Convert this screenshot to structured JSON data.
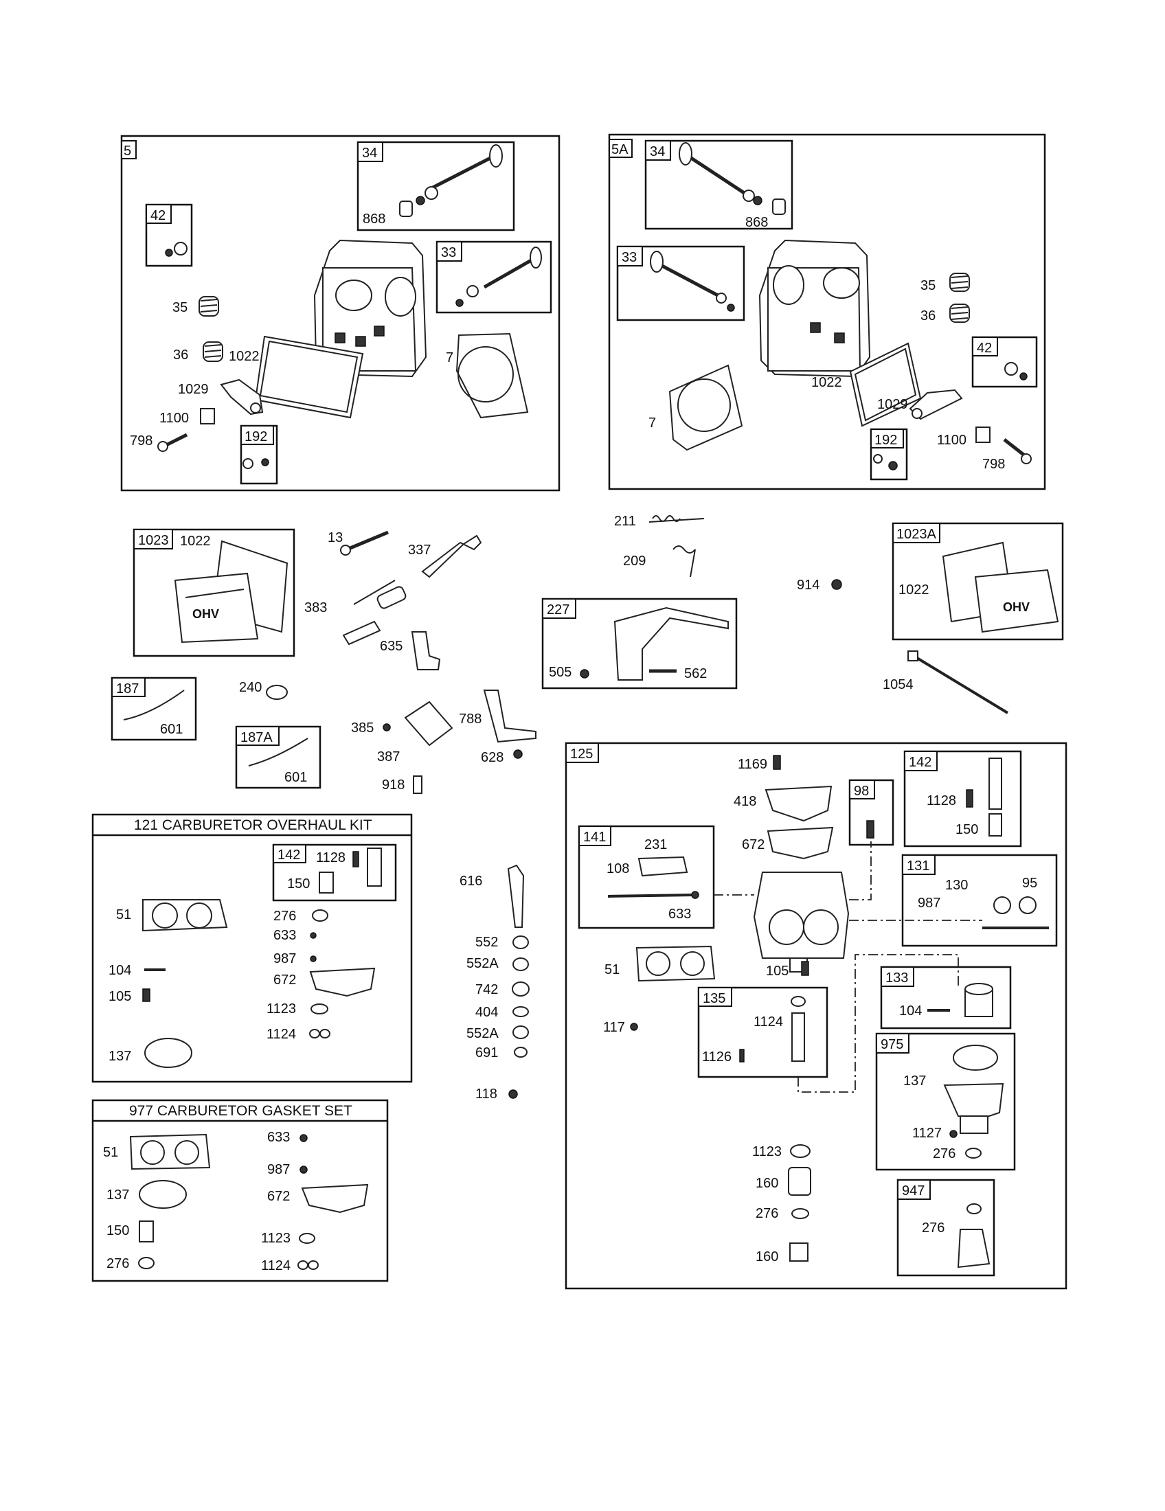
{
  "diagram": {
    "groups": [
      {
        "id": "5",
        "tag": "5"
      },
      {
        "id": "5A",
        "tag": "5A"
      },
      {
        "id": "121",
        "title": "121 CARBURETOR OVERHAUL KIT"
      },
      {
        "id": "977",
        "title": "977 CARBURETOR GASKET SET"
      },
      {
        "id": "125",
        "tag": "125"
      }
    ],
    "tags": [
      "34",
      "42",
      "33",
      "192",
      "34",
      "33",
      "42",
      "192",
      "1023",
      "1023A",
      "227",
      "187",
      "187A",
      "142",
      "142",
      "98",
      "141",
      "131",
      "133",
      "135",
      "975",
      "947"
    ],
    "labels": [
      "868",
      "35",
      "36",
      "1022",
      "7",
      "1029",
      "1100",
      "798",
      "868",
      "35",
      "36",
      "1022",
      "7",
      "1029",
      "1100",
      "798",
      "1022",
      "13",
      "337",
      "383",
      "635",
      "211",
      "209",
      "914",
      "1022",
      "505",
      "562",
      "1054",
      "240",
      "601",
      "385",
      "387",
      "788",
      "601",
      "628",
      "918",
      "1128",
      "150",
      "51",
      "276",
      "633",
      "987",
      "104",
      "672",
      "105",
      "1123",
      "1124",
      "137",
      "616",
      "552",
      "552A",
      "742",
      "404",
      "552A",
      "691",
      "118",
      "51",
      "633",
      "137",
      "987",
      "672",
      "150",
      "1123",
      "276",
      "1124",
      "1169",
      "1128",
      "418",
      "150",
      "672",
      "231",
      "108",
      "633",
      "130",
      "95",
      "987",
      "51",
      "105",
      "104",
      "117",
      "1124",
      "1126",
      "137",
      "1127",
      "276",
      "1123",
      "160",
      "276",
      "276",
      "160"
    ]
  }
}
